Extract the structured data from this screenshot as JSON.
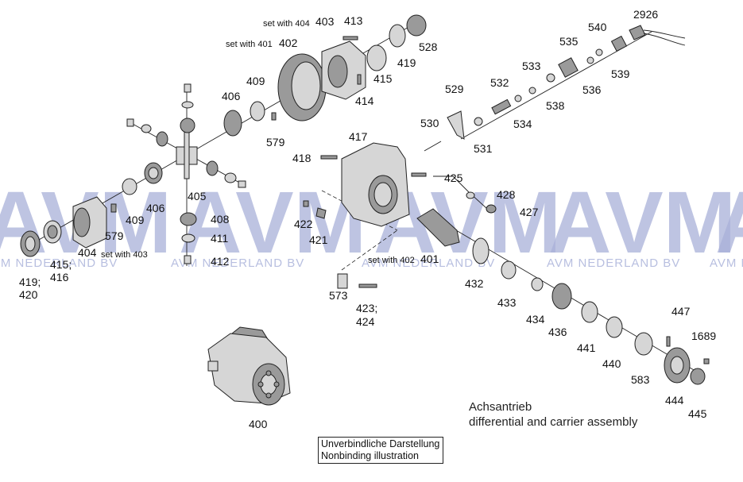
{
  "watermark": {
    "logo": "AVM",
    "sub": "AVM NEDERLAND BV"
  },
  "caption": {
    "line1": "Achsantrieb",
    "line2": "differential and carrier assembly"
  },
  "disclaimer": {
    "line1": "Unverbindliche Darstellung",
    "line2": "Nonbinding illustration"
  },
  "notes": {
    "set_404": "set with 404",
    "set_401": "set with 401",
    "set_403": "set with 403",
    "set_402": "set with 402"
  },
  "parts": {
    "p400": "400",
    "p401": "401",
    "p402": "402",
    "p403": "403",
    "p404": "404",
    "p405": "405",
    "p406a": "406",
    "p406b": "406",
    "p408": "408",
    "p409a": "409",
    "p409b": "409",
    "p411": "411",
    "p412": "412",
    "p413": "413",
    "p414": "414",
    "p415": "415",
    "p415_416": "415;",
    "p416": "416",
    "p417": "417",
    "p418": "418",
    "p419": "419",
    "p419_420": "419;",
    "p420": "420",
    "p421": "421",
    "p422": "422",
    "p423_424": "423;",
    "p424": "424",
    "p425": "425",
    "p427": "427",
    "p428": "428",
    "p432": "432",
    "p433": "433",
    "p434": "434",
    "p436": "436",
    "p440": "440",
    "p441": "441",
    "p444": "444",
    "p445": "445",
    "p447": "447",
    "p528": "528",
    "p529": "529",
    "p530": "530",
    "p531": "531",
    "p532": "532",
    "p533": "533",
    "p534": "534",
    "p535": "535",
    "p536": "536",
    "p538": "538",
    "p539": "539",
    "p540": "540",
    "p573": "573",
    "p579a": "579",
    "p579b": "579",
    "p583": "583",
    "p1689": "1689",
    "p2926": "2926"
  }
}
